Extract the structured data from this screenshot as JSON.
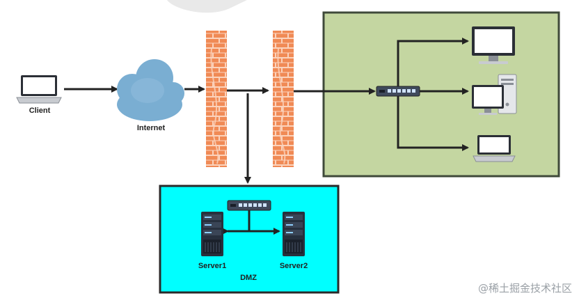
{
  "labels": {
    "client": "Client",
    "internet": "Internet",
    "server1": "Server1",
    "server2": "Server2",
    "dmz": "DMZ"
  },
  "watermark": "@稀土掘金技术社区",
  "colors": {
    "internal_zone_fill": "#c4d6a1",
    "internal_zone_border": "#3f4a3a",
    "dmz_fill": "#00ffff",
    "dmz_border": "#2a2a2a",
    "firewall": "#f08a55",
    "cloud": "#7aaed2",
    "server": "#27303d",
    "arrow": "#222222"
  },
  "icons": [
    "laptop-icon",
    "cloud-icon",
    "firewall-icon",
    "switch-icon",
    "monitor-icon",
    "desktop-pc-icon",
    "server-icon"
  ]
}
